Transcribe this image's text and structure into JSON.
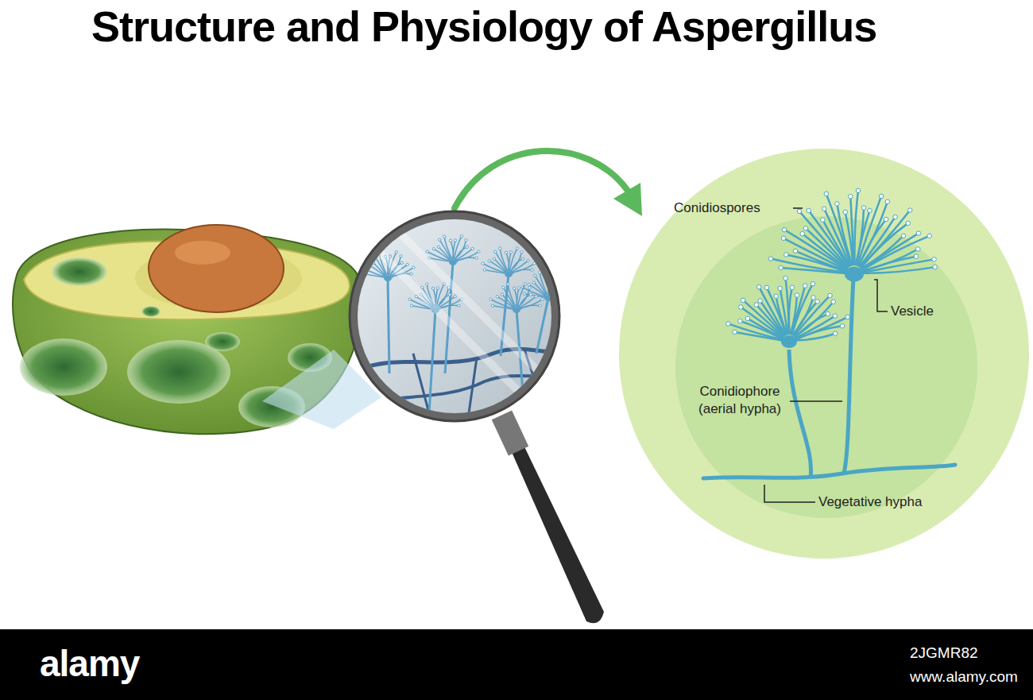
{
  "diagram": {
    "title": "Structure and Physiology of Aspergillus",
    "labels": [
      "Conidiospores",
      "Vesicle",
      "Conidiophore (aerial hypha)",
      "Vegetative hypha",
      "alamy",
      "2JGMR82",
      "www.alamy.com"
    ]
  }
}
